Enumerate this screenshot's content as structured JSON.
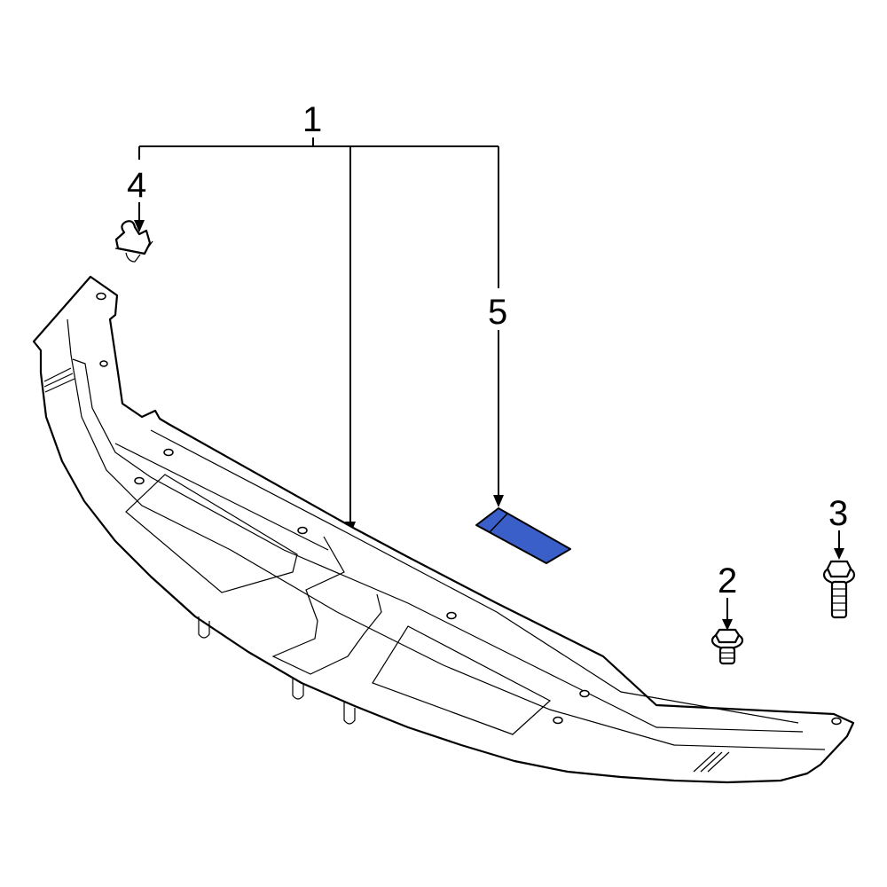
{
  "diagram": {
    "type": "exploded-parts-diagram",
    "background": "#ffffff",
    "line_color": "#000000",
    "highlight_color": "#3a5fc8",
    "callouts": [
      {
        "id": "1",
        "label": "1",
        "part": "radiator-support-cover-assembly"
      },
      {
        "id": "2",
        "label": "2",
        "part": "short-flange-bolt"
      },
      {
        "id": "3",
        "label": "3",
        "part": "long-flange-bolt"
      },
      {
        "id": "4",
        "label": "4",
        "part": "retainer-clip"
      },
      {
        "id": "5",
        "label": "5",
        "part": "seal-strip-highlighted"
      }
    ],
    "highlighted_part": "5"
  }
}
